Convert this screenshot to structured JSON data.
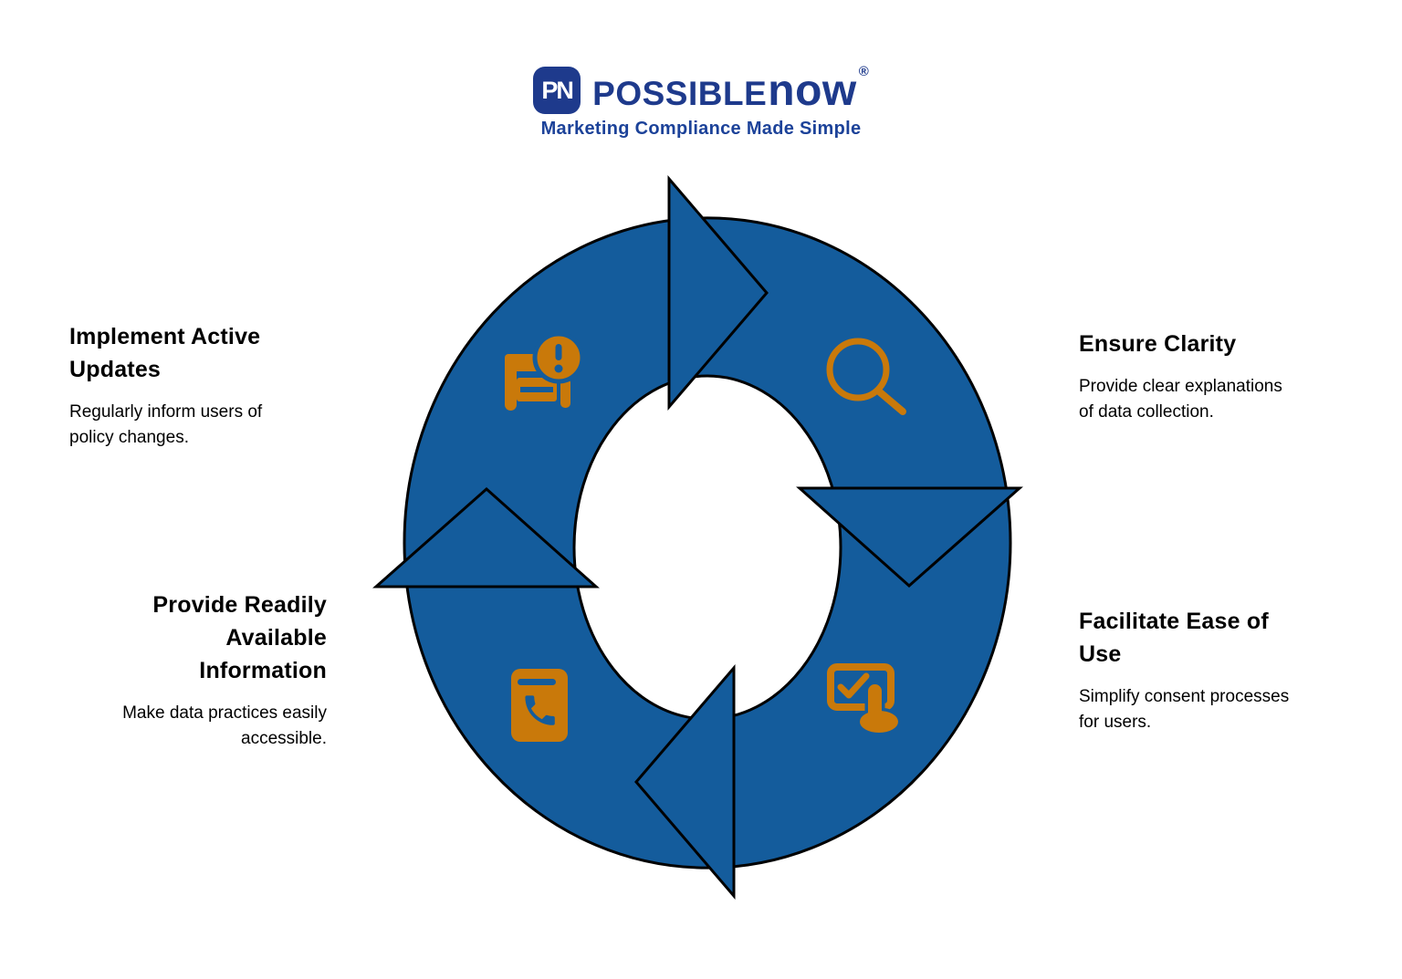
{
  "logo": {
    "monogram": "PN",
    "brand_main": "POSSIBLE",
    "brand_accent": "now",
    "registered": "®",
    "tagline": "Marketing Compliance Made Simple"
  },
  "colors": {
    "cycle_blue": "#145c9c",
    "icon_orange": "#c9790a",
    "outline_black": "#000000",
    "brand_navy": "#1e3a8c",
    "tagline_blue": "#1c4299",
    "text_black": "#000000",
    "background": "#ffffff"
  },
  "cycle": {
    "direction": "clockwise",
    "steps": [
      {
        "position": "top-left",
        "icon": "policy-update-alert-icon",
        "title": "Implement Active\nUpdates",
        "description": "Regularly inform users of\npolicy changes."
      },
      {
        "position": "top-right",
        "icon": "search-icon",
        "title": "Ensure Clarity",
        "description": "Provide clear explanations\nof data collection."
      },
      {
        "position": "bottom-right",
        "icon": "touch-consent-icon",
        "title": "Facilitate Ease of\nUse",
        "description": "Simplify consent processes\nfor users."
      },
      {
        "position": "bottom-left",
        "icon": "contact-book-icon",
        "title": "Provide Readily\nAvailable\nInformation",
        "description": "Make data practices easily\naccessible."
      }
    ]
  }
}
